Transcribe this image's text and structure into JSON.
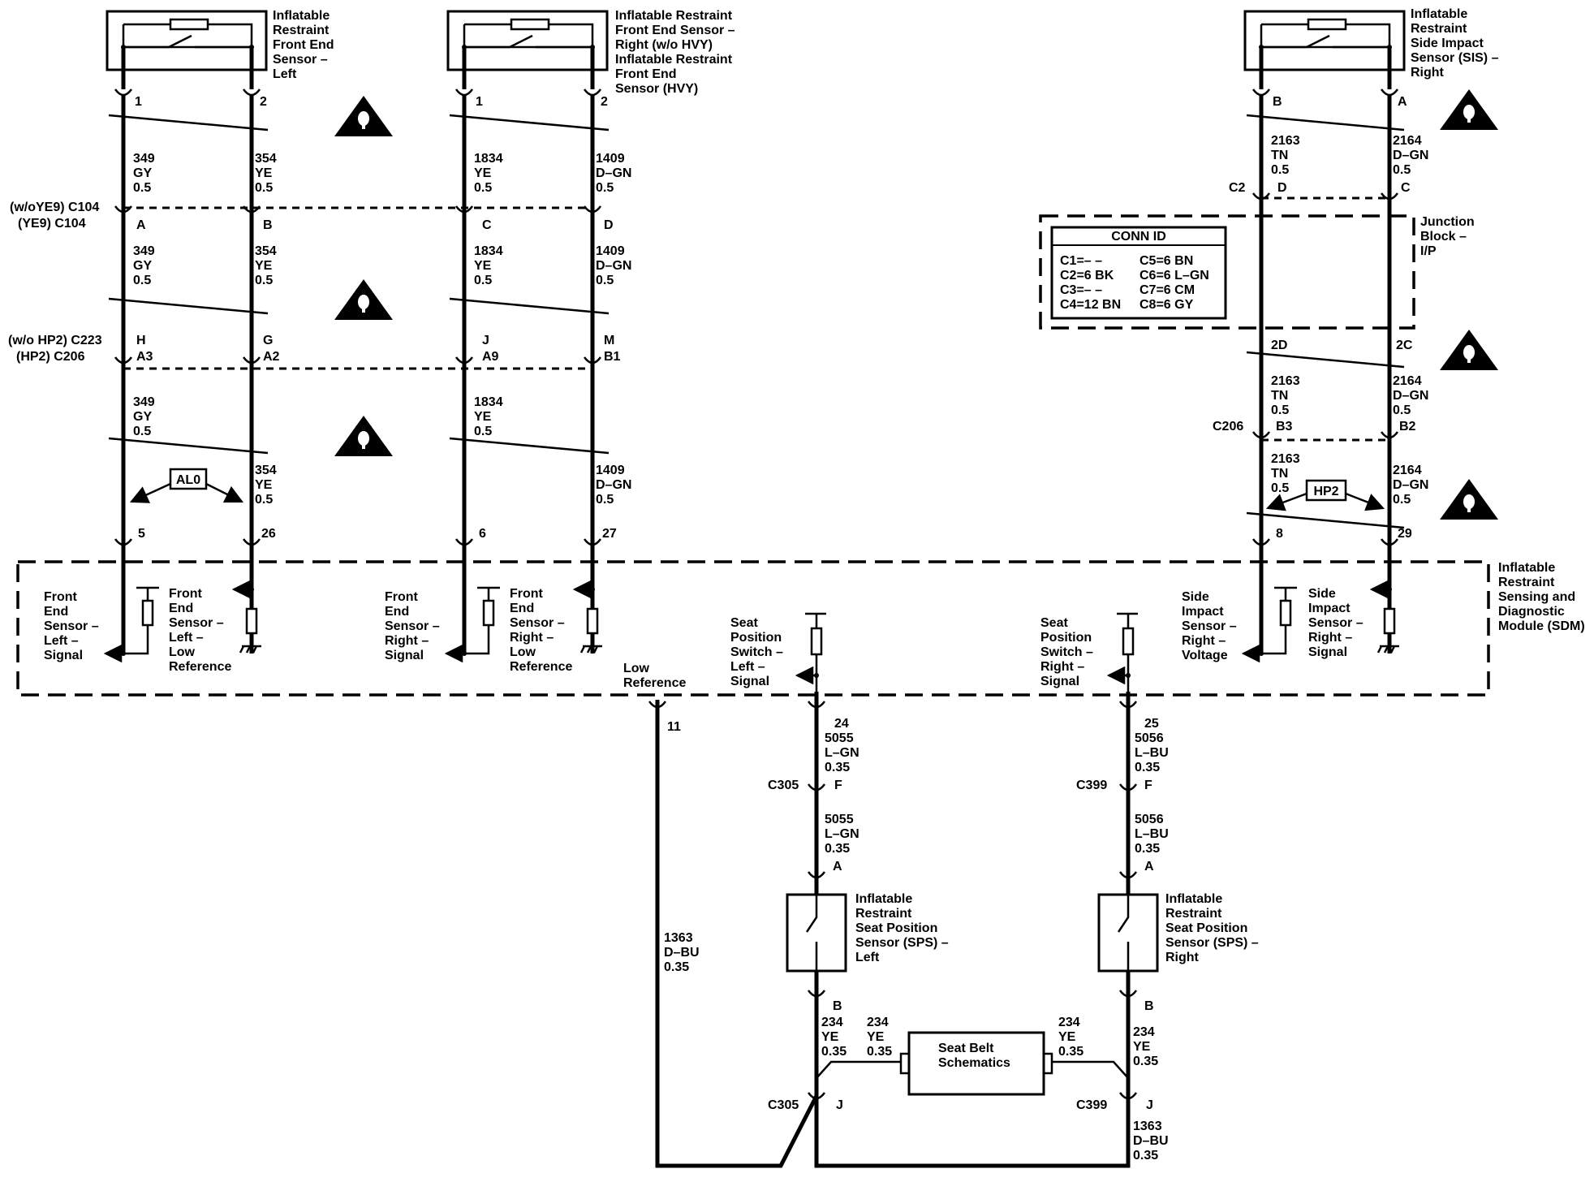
{
  "diagram": {
    "components": {
      "fes_left": [
        "Inflatable",
        "Restraint",
        "Front End",
        "Sensor –",
        "Left"
      ],
      "fes_right": [
        "Inflatable Restraint",
        "Front End Sensor –",
        "Right (w/o HVY)",
        "Inflatable Restraint",
        "Front End",
        "Sensor (HVY)"
      ],
      "sis_right": [
        "Inflatable",
        "Restraint",
        "Side Impact",
        "Sensor (SIS) –",
        "Right"
      ],
      "junction_block": [
        "Junction",
        "Block –",
        "I/P"
      ],
      "sdm": [
        "Inflatable",
        "Restraint",
        "Sensing and",
        "Diagnostic",
        "Module (SDM)"
      ],
      "sps_left": [
        "Inflatable",
        "Restraint",
        "Seat Position",
        "Sensor (SPS) –",
        "Left"
      ],
      "sps_right": [
        "Inflatable",
        "Restraint",
        "Seat Position",
        "Sensor (SPS) –",
        "Right"
      ],
      "seat_belt": [
        "Seat Belt",
        "Schematics"
      ]
    },
    "conn_id": {
      "title": "CONN ID",
      "left": [
        "C1=– –",
        "C2=6 BK",
        "C3=– –",
        "C4=12 BN"
      ],
      "right": [
        "C5=6 BN",
        "C6=6 L–GN",
        "C7=6 CM",
        "C8=6 GY"
      ]
    },
    "connector_labels": {
      "c104_a": "(w/oYE9) C104",
      "c104_b": "(YE9) C104",
      "c223": "(w/o HP2) C223",
      "c206": "(HP2) C206",
      "c2": "C2",
      "c206_r": "C206",
      "c305_top": "C305",
      "c399_top": "C399",
      "c305_bot": "C305",
      "c399_bot": "C399"
    },
    "pins": {
      "p1": "1",
      "p2": "2",
      "p3": "1",
      "p4": "2",
      "p5": "B",
      "p6": "A",
      "c104A": "A",
      "c104B": "B",
      "c104C": "C",
      "c104D": "D",
      "H": "H",
      "G": "G",
      "J": "J",
      "M": "M",
      "A3": "A3",
      "A2": "A2",
      "A9": "A9",
      "B1": "B1",
      "c2D": "D",
      "c2C": "C",
      "p2D": "2D",
      "p2C": "2C",
      "B3": "B3",
      "B2": "B2",
      "s5": "5",
      "s26": "26",
      "s6": "6",
      "s27": "27",
      "s8": "8",
      "s29": "29",
      "s11": "11",
      "s24": "24",
      "s25": "25",
      "F1": "F",
      "F2": "F",
      "A_l": "A",
      "A_r": "A",
      "B_l": "B",
      "B_r": "B",
      "J_l": "J",
      "J_r": "J"
    },
    "wires": {
      "w349": [
        "349",
        "GY",
        "0.5"
      ],
      "w354": [
        "354",
        "YE",
        "0.5"
      ],
      "w1834": [
        "1834",
        "YE",
        "0.5"
      ],
      "w1409": [
        "1409",
        "D–GN",
        "0.5"
      ],
      "w2163": [
        "2163",
        "TN",
        "0.5"
      ],
      "w2164": [
        "2164",
        "D–GN",
        "0.5"
      ],
      "w5055": [
        "5055",
        "L–GN",
        "0.35"
      ],
      "w5056": [
        "5056",
        "L–BU",
        "0.35"
      ],
      "w234": [
        "234",
        "YE",
        "0.35"
      ],
      "w1363": [
        "1363",
        "D–BU",
        "0.35"
      ]
    },
    "options": {
      "al0": "AL0",
      "hp2": "HP2"
    },
    "sdm_signals": {
      "fes_left_signal": [
        "Front",
        "End",
        "Sensor –",
        "Left –",
        "Signal"
      ],
      "fes_left_low": [
        "Front",
        "End",
        "Sensor –",
        "Left –",
        "Low",
        "Reference"
      ],
      "fes_right_signal": [
        "Front",
        "End",
        "Sensor –",
        "Right –",
        "Signal"
      ],
      "fes_right_low": [
        "Front",
        "End",
        "Sensor –",
        "Right –",
        "Low",
        "Reference"
      ],
      "low_ref": [
        "Low",
        "Reference"
      ],
      "sps_left_signal": [
        "Seat",
        "Position",
        "Switch –",
        "Left –",
        "Signal"
      ],
      "sps_right_signal": [
        "Seat",
        "Position",
        "Switch –",
        "Right –",
        "Signal"
      ],
      "sis_right_voltage": [
        "Side",
        "Impact",
        "Sensor –",
        "Right –",
        "Voltage"
      ],
      "sis_right_signal": [
        "Side",
        "Impact",
        "Sensor –",
        "Right –",
        "Signal"
      ]
    }
  }
}
